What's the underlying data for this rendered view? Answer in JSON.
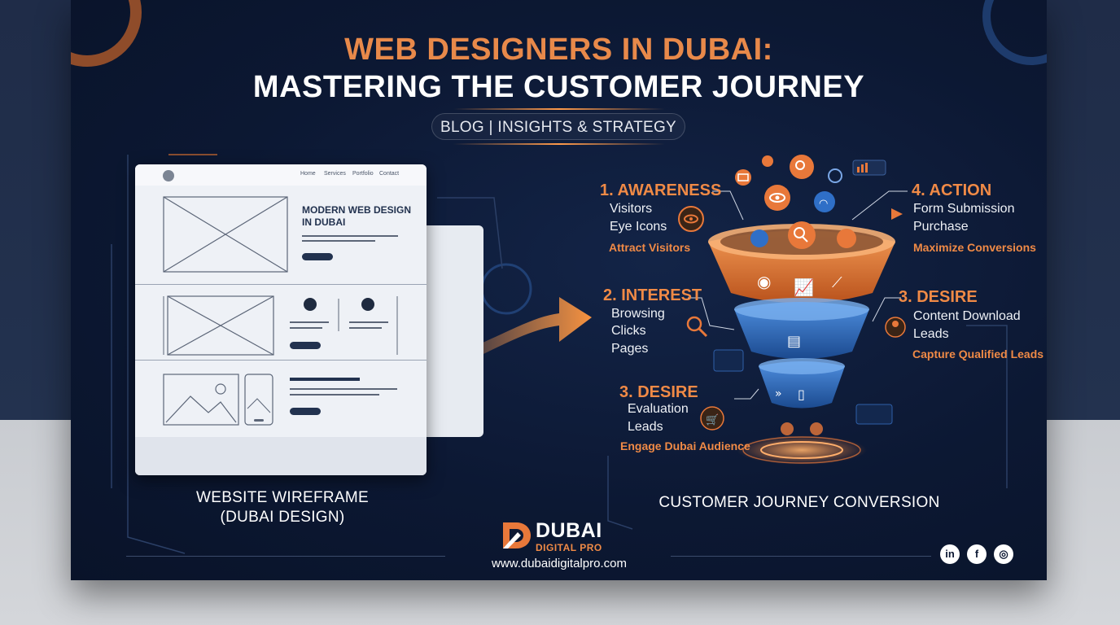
{
  "header": {
    "title_line1": "WEB DESIGNERS IN DUBAI:",
    "title_line2": "MASTERING THE CUSTOMER JOURNEY",
    "subtitle": "BLOG | INSIGHTS & STRATEGY"
  },
  "wireframe": {
    "nav_links": [
      "Home",
      "Services",
      "Portfolio",
      "Contact"
    ],
    "hero_title": "MODERN WEB DESIGN IN DUBAI",
    "caption_line1": "WEBSITE WIREFRAME",
    "caption_line2": "(DUBAI DESIGN)"
  },
  "journey": {
    "caption": "CUSTOMER JOURNEY CONVERSION",
    "stages": [
      {
        "title": "1. AWARENESS",
        "lines": [
          "Visitors",
          "Eye Icons"
        ],
        "tag": "Attract Visitors"
      },
      {
        "title": "2. INTEREST",
        "lines": [
          "Browsing",
          "Clicks",
          "Pages"
        ],
        "tag": ""
      },
      {
        "title": "3. DESIRE",
        "lines": [
          "Evaluation",
          "Leads"
        ],
        "tag": "Engage Dubai Audience"
      },
      {
        "title": "4. ACTION",
        "lines": [
          "Form Submission",
          "Purchase"
        ],
        "tag": "Maximize Conversions"
      },
      {
        "title": "3. DESIRE",
        "lines": [
          "Content Download",
          "Leads"
        ],
        "tag": "Capture Qualified Leads"
      }
    ]
  },
  "brand": {
    "name": "DUBAI",
    "sub": "DIGITAL PRO",
    "url": "www.dubaidigitalpro.com"
  },
  "social": {
    "linkedin": "in",
    "facebook": "f",
    "instagram": "◎"
  },
  "colors": {
    "accent": "#f08a46",
    "background": "#0c1833",
    "funnel_orange": "#e8783a",
    "funnel_blue": "#3a7bd5"
  }
}
